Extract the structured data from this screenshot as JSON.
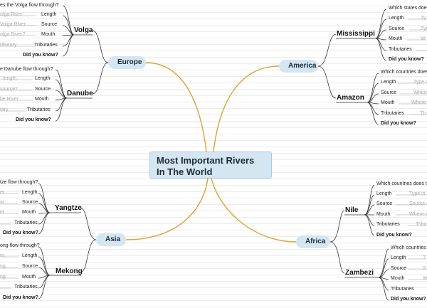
{
  "title": "Most Important Rivers In The World",
  "colors": {
    "trunk": "#e0a030",
    "region_fill": "#d3e6f1",
    "branch": "#333333"
  },
  "regions": {
    "europe": "Europe",
    "america": "America",
    "asia": "Asia",
    "africa": "Africa"
  },
  "rivers": {
    "volga": {
      "name": "Volga",
      "question": "es the Volga flow through?",
      "length_ph": "olga River",
      "source_ph": "Volga River",
      "mouth_ph": "olga River?",
      "trib_ph": "ributary",
      "length": "Length",
      "source": "Source",
      "mouth": "Mouth",
      "tributaries": "Tributaries",
      "dyk": "Did you know?"
    },
    "danube": {
      "name": "Danube",
      "question": "e Danube flow through?",
      "length_ph": "length.",
      "source_ph": "source?",
      "mouth_ph": "be River",
      "trib_ph": "tary",
      "length": "Length",
      "source": "Source",
      "mouth": "Mouth",
      "tributaries": "Tributaries",
      "dyk": "Did you know?"
    },
    "mississippi": {
      "name": "Mississippi",
      "question": "Which states does",
      "length_ph": "Ty",
      "source_ph": "Type",
      "mouth_ph": "W",
      "trib_ph": "",
      "length": "Length",
      "source": "Source",
      "mouth": "Mouth",
      "tributaries": "Tributaries",
      "dyk": "Did you know?"
    },
    "amazon": {
      "name": "Amazon",
      "question": "Which countries does",
      "length_ph": "Type i",
      "source_ph": "Where",
      "mouth_ph": "Where",
      "trib_ph": "Th",
      "length": "Length",
      "source": "Source",
      "mouth": "Mouth",
      "tributaries": "Tributaries",
      "dyk": "Did you know?"
    },
    "yangtze": {
      "name": "Yangtze",
      "question": "tze flow through?",
      "length_ph": "er",
      "source_ph": "ar",
      "mouth_ph": "er",
      "trib_ph": "",
      "length": "Length",
      "source": "Source",
      "mouth": "Mouth",
      "tributaries": "Tributaries",
      "dyk": "Did you know?"
    },
    "mekong": {
      "name": "Mekong",
      "question": "ong flow through?",
      "length_ph": "er.",
      "source_ph": "ng",
      "mouth_ph": "ng",
      "trib_ph": "",
      "length": "Length",
      "source": "Source",
      "mouth": "Mouth",
      "tributaries": "Tributaries",
      "dyk": "Did you know?"
    },
    "nile": {
      "name": "Nile",
      "question": "Which countries does th",
      "length_ph": "Type in t",
      "source_ph": "Source o",
      "mouth_ph": "Where is",
      "trib_ph": "Tribu",
      "length": "Length",
      "source": "Source",
      "mouth": "Mouth",
      "tributaries": "Tributaries",
      "dyk": "Did you know?"
    },
    "zambezi": {
      "name": "Zambezi",
      "question": "Which countries d",
      "length_ph": "T",
      "source_ph": "S",
      "mouth_ph": "W",
      "trib_ph": "",
      "length": "Length",
      "source": "Source",
      "mouth": "Mouth",
      "tributaries": "Tributaries",
      "dyk": "Did you know?"
    }
  }
}
